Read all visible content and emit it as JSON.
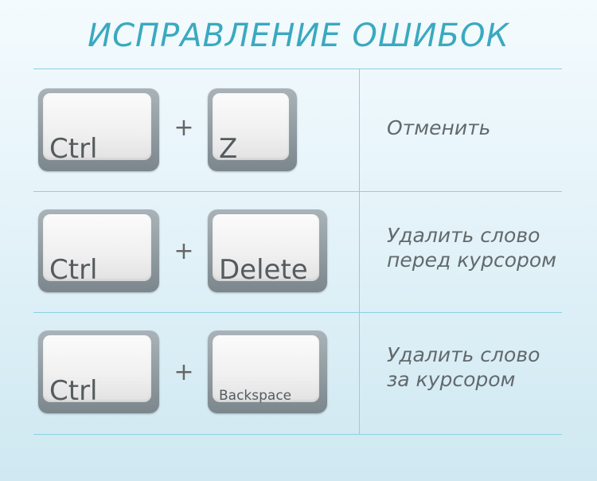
{
  "title": "ИСПРАВЛЕНИЕ ОШИБОК",
  "rows": [
    {
      "key1": "Ctrl",
      "plus": "+",
      "key2": "Z",
      "desc_line1": "Отменить",
      "desc_line2": ""
    },
    {
      "key1": "Ctrl",
      "plus": "+",
      "key2": "Delete",
      "desc_line1": "Удалить слово",
      "desc_line2": "перед курсором"
    },
    {
      "key1": "Ctrl",
      "plus": "+",
      "key2": "Backspace",
      "desc_line1": "Удалить слово",
      "desc_line2": "за курсором"
    }
  ],
  "colors": {
    "title": "#3aa9c0",
    "divider": "#8fd0e0",
    "text": "#62696c"
  }
}
